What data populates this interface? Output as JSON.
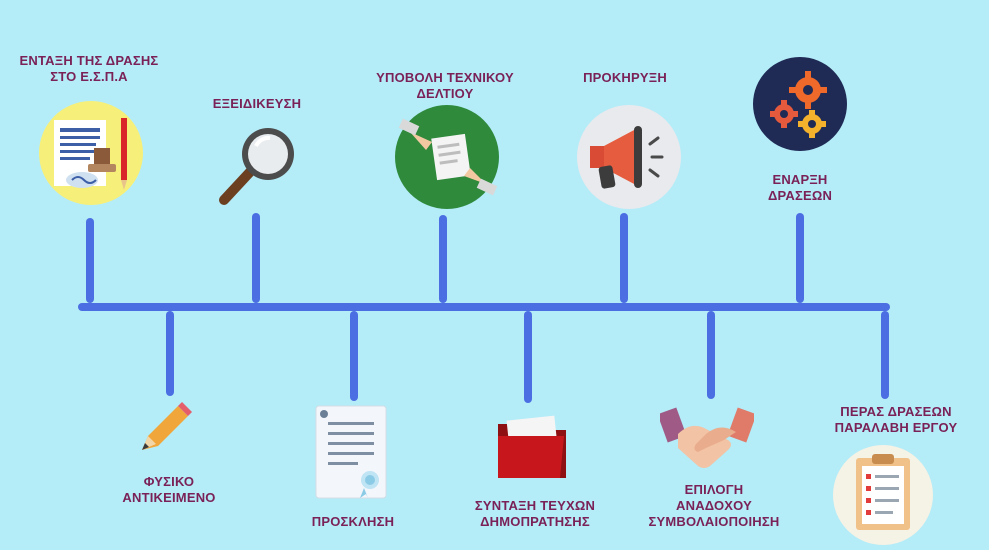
{
  "timeline": {
    "top_steps": [
      {
        "label": "ΕΝΤΑΞΗ ΤΗΣ ΔΡΑΣΗΣ\nΣΤΟ Ε.Σ.Π.Α",
        "icon": "documents-stamp-icon"
      },
      {
        "label": "ΕΞΕΙΔΙΚΕΥΣΗ",
        "icon": "magnifier-icon"
      },
      {
        "label": "ΥΠΟΒΟΛΗ ΤΕΧΝΙΚΟΥ\nΔΕΛΤΙΟΥ",
        "icon": "document-handover-icon"
      },
      {
        "label": "ΠΡΟΚΗΡΥΞΗ",
        "icon": "megaphone-icon"
      },
      {
        "label": "ΕΝΑΡΞΗ\nΔΡΑΣΕΩΝ",
        "icon": "gears-icon"
      }
    ],
    "bottom_steps": [
      {
        "label": "ΦΥΣΙΚΟ\nΑΝΤΙΚΕΙΜΕΝΟ",
        "icon": "pencil-icon"
      },
      {
        "label": "ΠΡΟΣΚΛΗΣΗ",
        "icon": "certificate-document-icon"
      },
      {
        "label": "ΣΥΝΤΑΞΗ ΤΕΥΧΩΝ\nΔΗΜΟΠΡΑΤΗΣΗΣ",
        "icon": "folder-icon"
      },
      {
        "label": "ΕΠΙΛΟΓΗ\nΑΝΑΔΟΧΟΥ\nΣΥΜΒΟΛΑΙΟΠΟΙΗΣΗ",
        "icon": "handshake-icon"
      },
      {
        "label": "ΠΕΡΑΣ ΔΡΑΣΕΩΝ\nΠΑΡΑΛΑΒΗ ΕΡΓΟΥ",
        "icon": "clipboard-checklist-icon"
      }
    ]
  },
  "colors": {
    "background": "#b4ecf8",
    "timeline": "#4b6ee3",
    "label_text": "#7a2257"
  }
}
